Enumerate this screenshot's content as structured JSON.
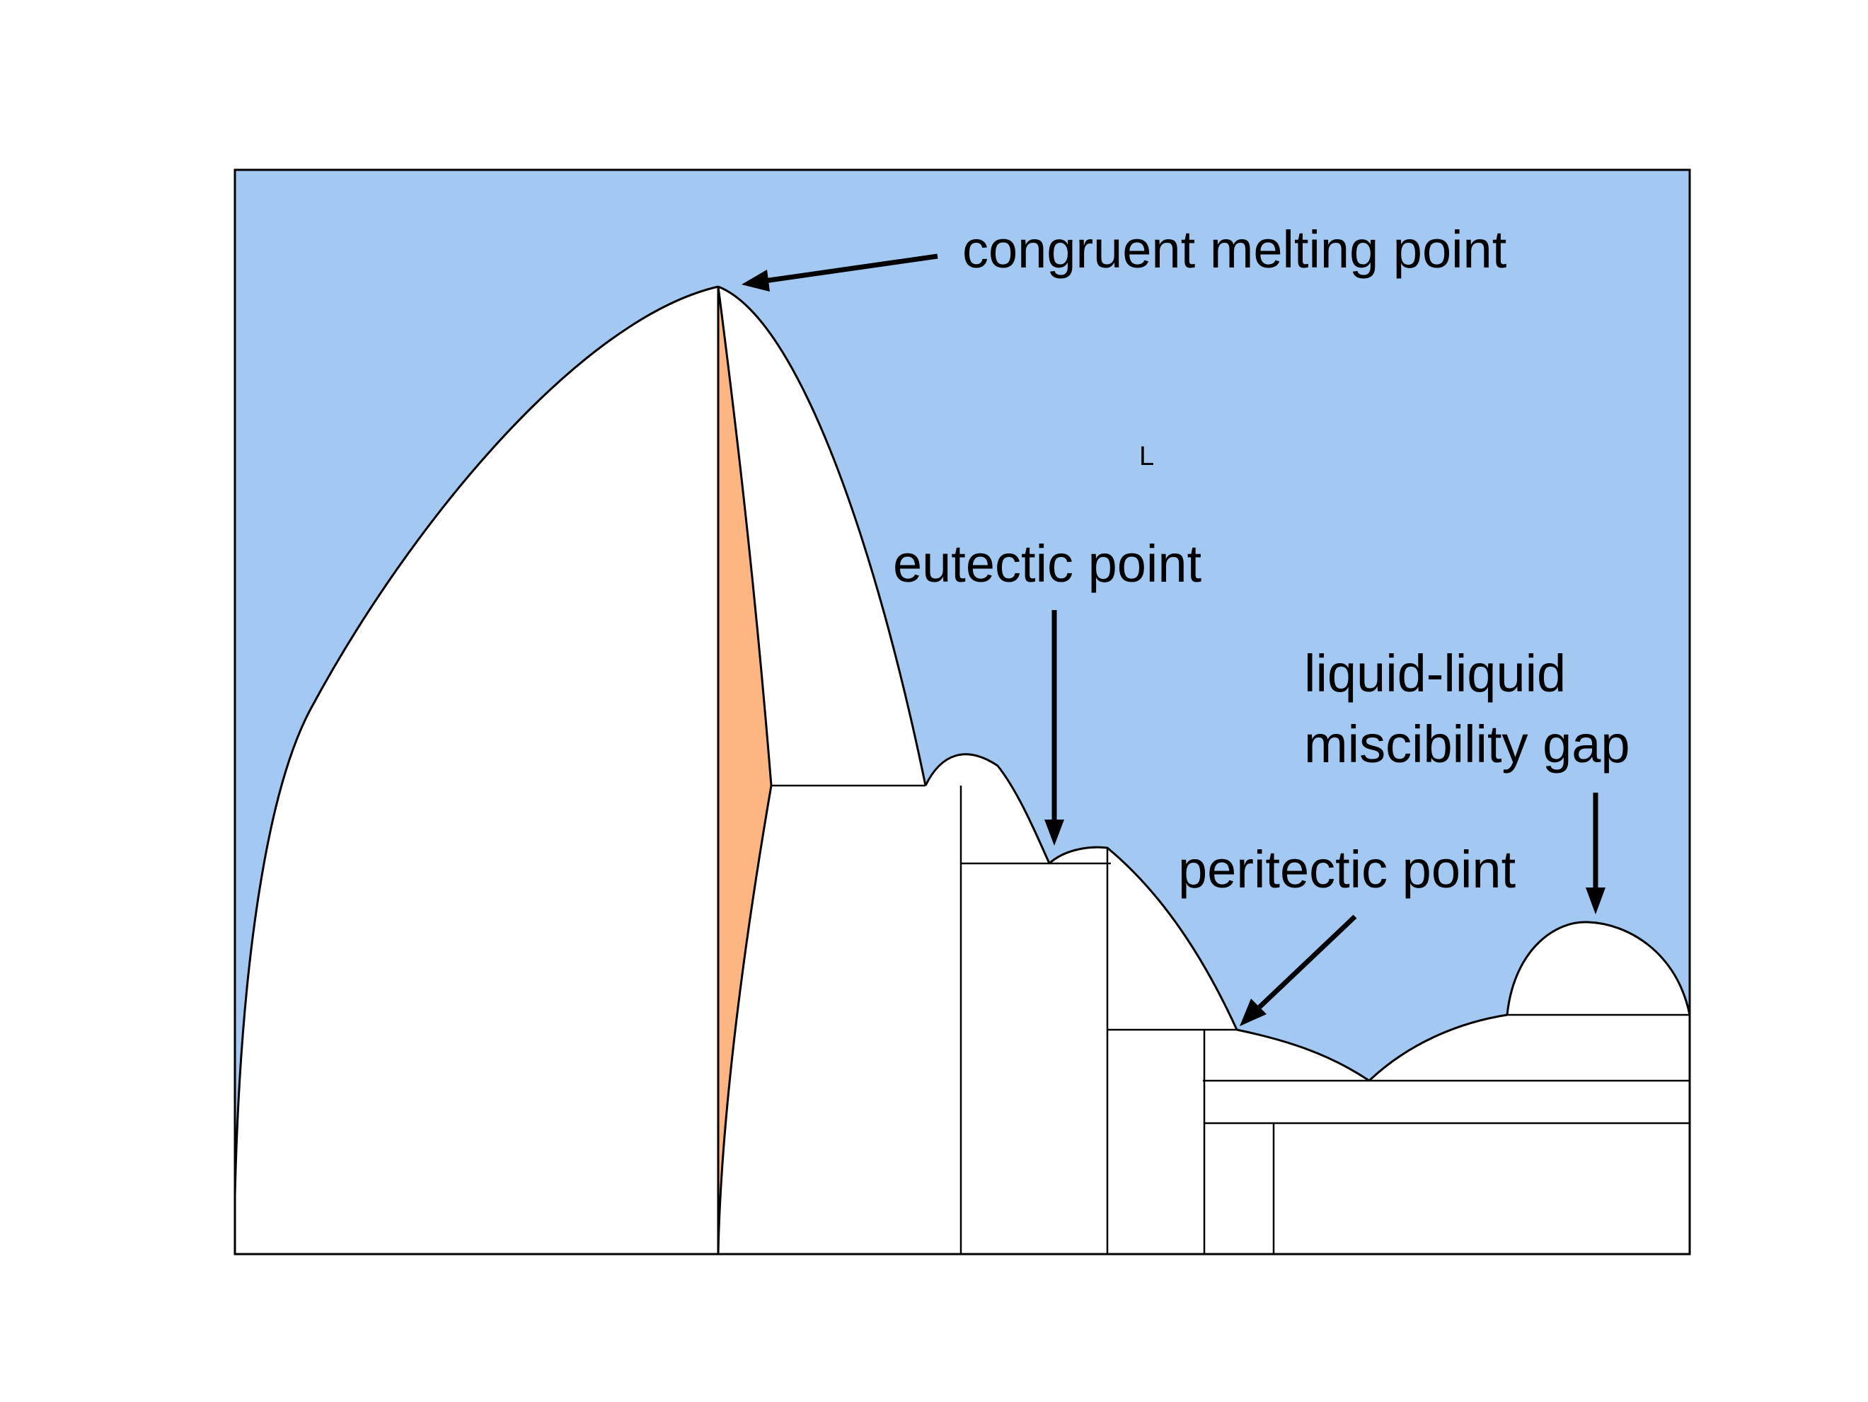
{
  "diagram": {
    "phase_labels": {
      "liquid": "L"
    },
    "annotations": {
      "congruent_melting_point": "congruent melting point",
      "eutectic_point": "eutectic point",
      "peritectic_point": "peritectic point",
      "miscibility_gap_line1": "liquid-liquid",
      "miscibility_gap_line2": "miscibility gap"
    },
    "colors": {
      "liquid_region": "#A3C8F2",
      "solid_solution_region": "#FDB581",
      "solid_region": "#FFFFFF",
      "lines": "#000000"
    }
  }
}
